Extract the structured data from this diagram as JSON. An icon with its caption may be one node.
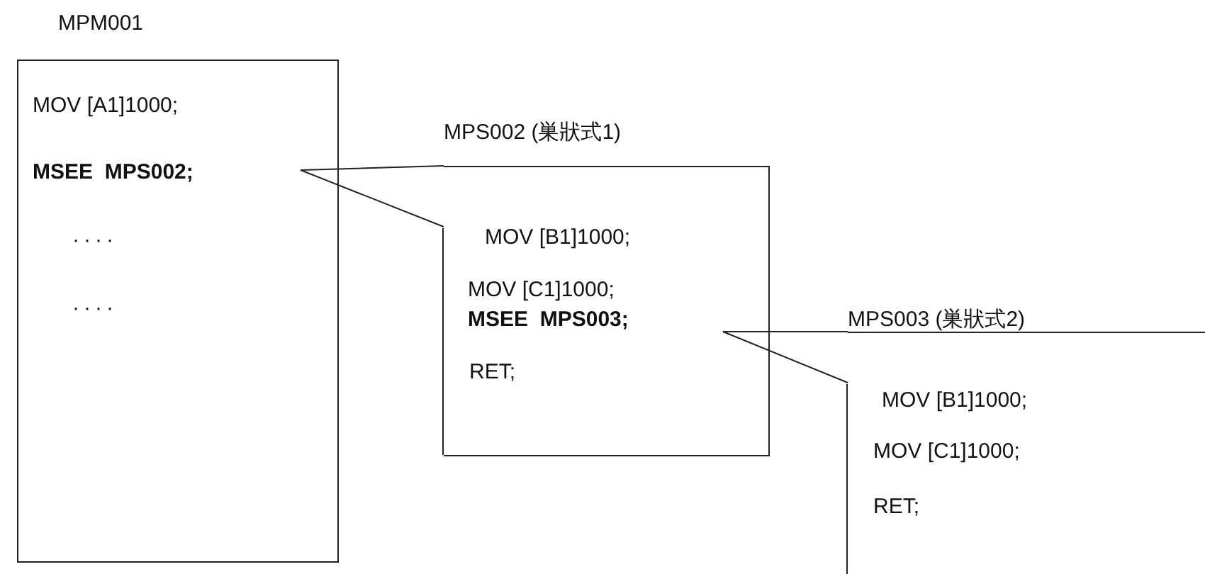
{
  "diagram": {
    "nodes": [
      {
        "text": [
          "MPM001",
          "MOV [A1]1000;",
          "MSEE  MPS002;",
          "····",
          "····"
        ]
      },
      {
        "text": [
          "MPS002 (巣狀式1)",
          "MOV [B1]1000;",
          "MOV [C1]1000;",
          "MSEE  MPS003;",
          "RET;"
        ]
      },
      {
        "text": [
          "MPS003 (巣狀式2)",
          "MOV [B1]1000;",
          "MOV [C1]1000;",
          "RET;"
        ]
      }
    ],
    "edges": [
      {
        "from": 0,
        "to": 1,
        "arrow": "none"
      },
      {
        "from": 1,
        "to": 2,
        "arrow": "none"
      }
    ]
  }
}
